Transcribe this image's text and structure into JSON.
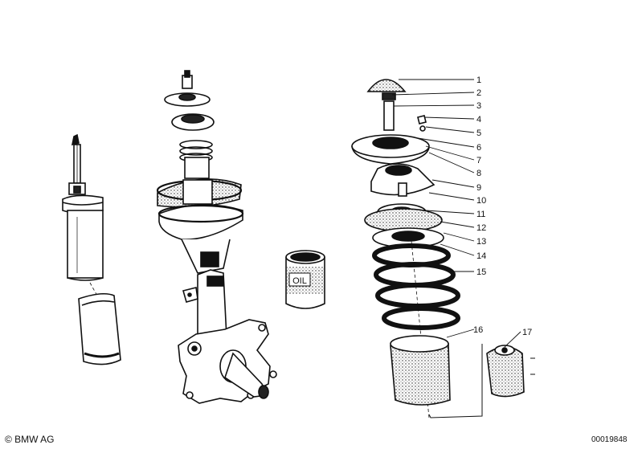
{
  "callouts": [
    "1",
    "2",
    "3",
    "4",
    "5",
    "6",
    "7",
    "8",
    "9",
    "10",
    "11",
    "12",
    "13",
    "14",
    "15",
    "16",
    "17"
  ],
  "copyright": "© BMW AG",
  "doc_number": "00019848",
  "oil_label": "OIL"
}
